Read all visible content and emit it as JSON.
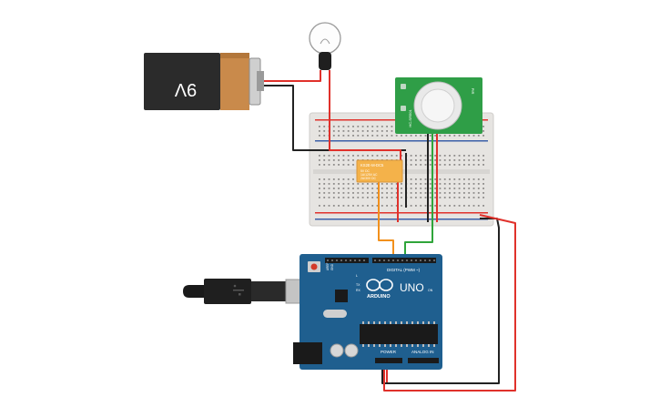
{
  "battery": {
    "label": "9V",
    "color_body": "#2b2b2b",
    "color_cap": "#c98a4b"
  },
  "pir_sensor": {
    "label_left": "HC-SR501",
    "label_right": "PIR",
    "color": "#2f9e47"
  },
  "relay": {
    "model": "KS2E-M-DC5",
    "line1": "5V DC",
    "line2": "1A/125V AC",
    "line3": "2A/30V DC",
    "color": "#f4b24a"
  },
  "arduino": {
    "logo_text": "ARDUINO",
    "model": "UNO",
    "digital_label": "DIGITAL (PWM ~)",
    "power_label": "POWER",
    "analog_label": "ANALOG IN",
    "tx_label": "TX",
    "rx_label": "RX",
    "on_label": "ON",
    "l_label": "L",
    "aref_label": "AREF",
    "gnd_label": "GND",
    "color": "#1f5f8f"
  },
  "wires": {
    "red": "#e0312b",
    "black": "#222222",
    "green": "#2fa53a",
    "orange": "#f2901c"
  }
}
